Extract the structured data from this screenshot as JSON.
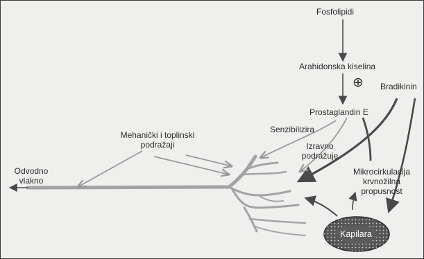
{
  "labels": {
    "fosfolipidi": "Fosfolipidi",
    "arahidonska": "Arahidonska kiselina",
    "bradikinin": "Bradikinin",
    "prostaglandin": "Prostaglandin E",
    "senzibilizira": "Senzibilizira",
    "mehanicki_line1": "Mehanički i toplinski",
    "mehanicki_line2": "podražaji",
    "izravno_line1": "Izravno",
    "izravno_line2": "podražuje",
    "odvodno_line1": "Odvodno",
    "odvodno_line2": "vlakno",
    "mikro_line1": "Mikrocirkulacija",
    "mikro_line2": "krvnožilna",
    "mikro_line3": "propusnost",
    "kapilara": "Kapilara",
    "plus_symbol": "⊕"
  },
  "colors": {
    "dark_arrow": "#4a4a4a",
    "gray_arrow": "#9a9a9a",
    "nerve": "#a3a3a3",
    "capillary_fill": "#555555",
    "capillary_dots": "#dddddd"
  }
}
